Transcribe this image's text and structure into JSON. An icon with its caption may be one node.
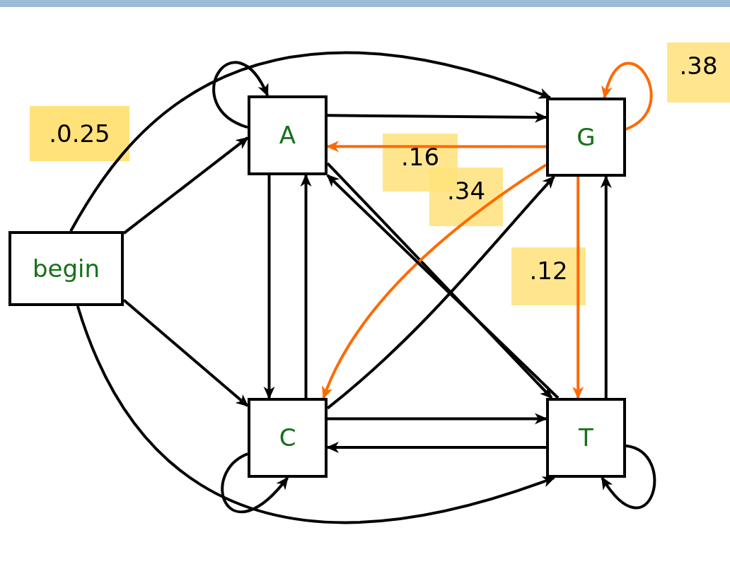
{
  "diagram": {
    "nodes": [
      {
        "text": [
          "begin"
        ]
      },
      {
        "text": [
          "A"
        ]
      },
      {
        "text": [
          "G"
        ]
      },
      {
        "text": [
          "C"
        ]
      },
      {
        "text": [
          "T"
        ]
      }
    ],
    "edges": [
      {
        "from": 0,
        "to": 1,
        "arrow": "to"
      },
      {
        "from": 0,
        "to": 3,
        "arrow": "to"
      },
      {
        "from": 0,
        "to": 2,
        "arrow": "to"
      },
      {
        "from": 0,
        "to": 4,
        "arrow": "to"
      },
      {
        "from": 1,
        "to": 1,
        "arrow": "to"
      },
      {
        "from": 1,
        "to": 2,
        "arrow": "to"
      },
      {
        "from": 1,
        "to": 3,
        "arrow": "to"
      },
      {
        "from": 1,
        "to": 4,
        "arrow": "to"
      },
      {
        "from": 2,
        "to": 2,
        "arrow": "to",
        "label": ".38",
        "color": "#ff6a00"
      },
      {
        "from": 2,
        "to": 1,
        "arrow": "to",
        "label": ".16",
        "color": "#ff6a00"
      },
      {
        "from": 2,
        "to": 3,
        "arrow": "to",
        "label": ".34",
        "color": "#ff6a00"
      },
      {
        "from": 2,
        "to": 4,
        "arrow": "to",
        "label": ".12",
        "color": "#ff6a00"
      },
      {
        "from": 3,
        "to": 1,
        "arrow": "to"
      },
      {
        "from": 3,
        "to": 2,
        "arrow": "to"
      },
      {
        "from": 3,
        "to": 4,
        "arrow": "to"
      },
      {
        "from": 3,
        "to": 3,
        "arrow": "to"
      },
      {
        "from": 4,
        "to": 3,
        "arrow": "to"
      },
      {
        "from": 4,
        "to": 1,
        "arrow": "to"
      },
      {
        "from": 4,
        "to": 2,
        "arrow": "to"
      },
      {
        "from": 4,
        "to": 4,
        "arrow": "to"
      }
    ],
    "labels": [
      ".0.25"
    ]
  }
}
